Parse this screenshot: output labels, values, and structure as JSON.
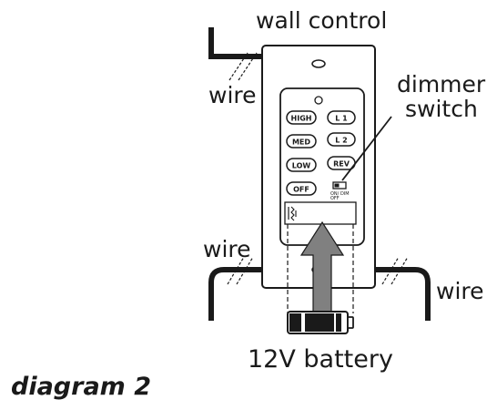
{
  "labels": {
    "wall_control": "wall control",
    "dimmer": "dimmer",
    "switch": "switch",
    "wire_top_left": "wire",
    "wire_mid_left": "wire",
    "wire_right": "wire",
    "battery": "12V battery",
    "caption": "diagram 2"
  },
  "buttons": {
    "high": "HIGH",
    "light1": "L 1",
    "med": "MED",
    "light2": "L 2",
    "low": "LOW",
    "rev": "REV",
    "off": "OFF"
  },
  "dimmer_switch": {
    "on_dim": "ON/ DIM",
    "off": "OFF"
  },
  "colors": {
    "ink": "#1a1a1a",
    "arrow": "#808080",
    "background": "#ffffff"
  }
}
